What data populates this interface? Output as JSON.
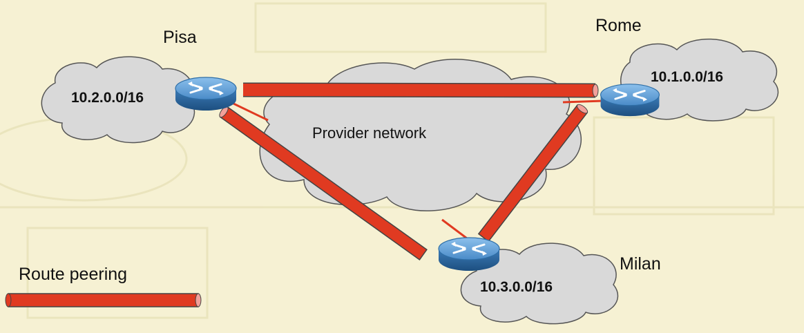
{
  "sites": {
    "pisa": {
      "name": "Pisa",
      "subnet": "10.2.0.0/16"
    },
    "rome": {
      "name": "Rome",
      "subnet": "10.1.0.0/16"
    },
    "milan": {
      "name": "Milan",
      "subnet": "10.3.0.0/16"
    }
  },
  "provider": {
    "label": "Provider network"
  },
  "legend": {
    "label": "Route peering"
  },
  "colors": {
    "background": "#f6f1d3",
    "cloud_fill": "#d9d9d9",
    "cloud_stroke": "#555555",
    "peering_pipe": "#e03a21",
    "peering_pipe_end": "#f2a09a",
    "router_top": "#5b9bd5",
    "router_side": "#2e6ea6"
  },
  "icons": {
    "router": "router-icon",
    "cloud": "cloud-icon",
    "link": "pipe-link"
  }
}
